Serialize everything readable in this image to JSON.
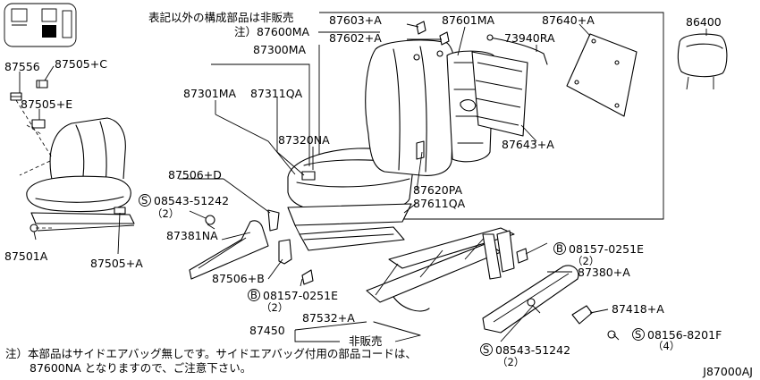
{
  "header_note": {
    "line1": "表記以外の構成部品は非販売",
    "line2": "注）87600MA"
  },
  "parts": {
    "p87603": "87603+A",
    "p87601": "87601MA",
    "p87640": "87640+A",
    "p86400": "86400",
    "p87602": "87602+A",
    "p73940": "73940RA",
    "p87300": "87300MA",
    "p87301": "87301MA",
    "p87311": "87311QA",
    "p87320": "87320NA",
    "p87643": "87643+A",
    "p87556": "87556",
    "p87505c": "87505+C",
    "p87505e": "87505+E",
    "p87506d": "87506+D",
    "p08543a": "08543-51242",
    "p08543a_qty": "（2）",
    "p87620": "87620PA",
    "p87611": "87611QA",
    "p87381": "87381NA",
    "p87501": "87501A",
    "p87505a": "87505+A",
    "p08157a": "08157-0251E",
    "p08157a_qty": "（2）",
    "p87380": "87380+A",
    "p87506b": "87506+B",
    "p08157b": "08157-0251E",
    "p08157b_qty": "（2）",
    "p87532": "87532+A",
    "p87450": "87450",
    "p87418": "87418+A",
    "hihanbai": "非販売",
    "p08543b": "08543-51242",
    "p08543b_qty": "（2）",
    "p08156": "08156-8201F",
    "p08156_qty": "（4）"
  },
  "footnote": {
    "line1": "注）本部品はサイドエアバッグ無しです。サイドエアバッグ付用の部品コードは、",
    "line2": "87600NA となりますので、ご注意下さい。"
  },
  "diagram_code": "J87000AJ",
  "screw_symbol": "S",
  "bolt_symbol": "B"
}
